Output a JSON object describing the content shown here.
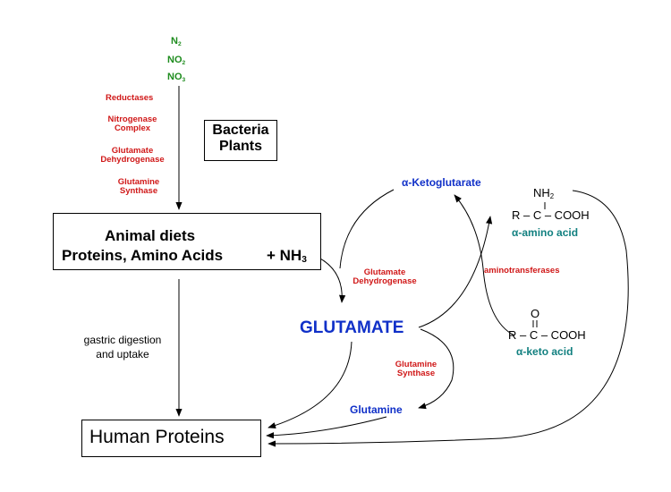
{
  "nitrogen_sources": [
    "N",
    "NO",
    "NO"
  ],
  "nitrogen_subscripts": [
    "2",
    "2",
    "3"
  ],
  "enzymes_top": {
    "reductases": "Reductases",
    "nitrogenase_1": "Nitrogenase",
    "nitrogenase_2": "Complex",
    "glutdh_1": "Glutamate",
    "glutdh_2": "Dehydrogenase",
    "glutsyn_1": "Glutamine",
    "glutsyn_2": "Synthase"
  },
  "bacteria_plants": {
    "line1": "Bacteria",
    "line2": "Plants"
  },
  "diets_box": {
    "line1": "Animal diets",
    "line2": "Proteins, Amino Acids",
    "nh3": "+ NH",
    "nh3_sub": "3"
  },
  "alpha_ketoglutarate": "α-Ketoglutarate",
  "glutamate_dh": {
    "line1": "Glutamate",
    "line2": "Dehydrogenase"
  },
  "glutamate": "GLUTAMATE",
  "aminotransferases": "aminotransferases",
  "amino_acid": {
    "nh2": "NH",
    "nh2_sub": "2",
    "formula": "R – C – COOH",
    "label": "α-amino acid"
  },
  "keto_acid": {
    "o": "O",
    "formula": "R – C – COOH",
    "label": "α-keto acid"
  },
  "gastric": {
    "line1": "gastric digestion",
    "line2": "and uptake"
  },
  "glutamine_synthase": {
    "line1": "Glutamine",
    "line2": "Synthase"
  },
  "glutamine": "Glutamine",
  "human_proteins": "Human Proteins",
  "colors": {
    "green": "#1e8c1e",
    "red": "#d01818",
    "blue": "#1030c8",
    "teal": "#128080"
  }
}
